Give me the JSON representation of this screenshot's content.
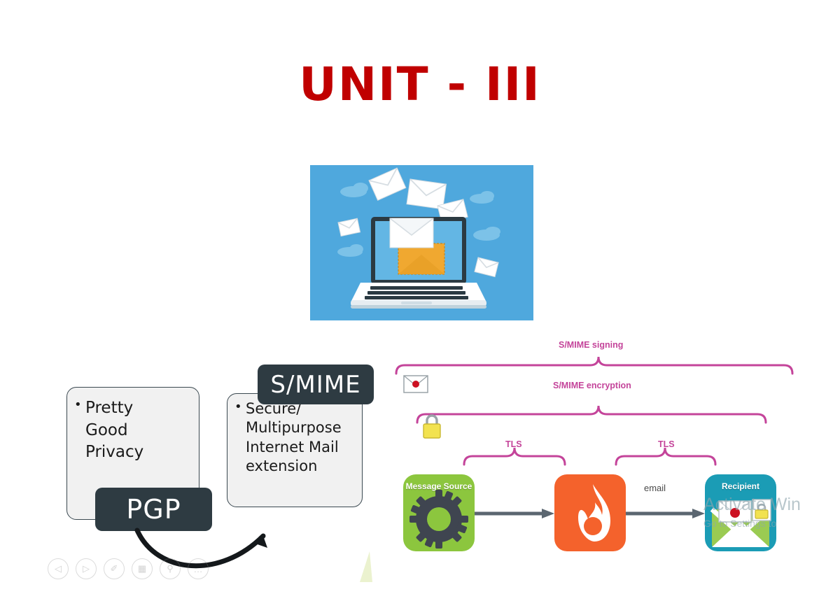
{
  "slide": {
    "title": "UNIT - III",
    "title_color": "#C00000",
    "background": "#FFFFFF"
  },
  "hero_image": {
    "name": "email-laptop-illustration",
    "alt": "Laptop with envelopes flying out",
    "background_color": "#4FA8DD",
    "envelope_color": "#FFFFFF",
    "open_envelope_color": "#F0A830",
    "laptop_color": "#FFFFFF",
    "screen_color": "#2B3A42"
  },
  "comparison": {
    "pgp": {
      "tag": "PGP",
      "bullets": [
        "Pretty",
        "Good",
        "Privacy"
      ],
      "bullet_text": "Pretty Good Privacy"
    },
    "smime": {
      "tag": "S/MIME",
      "bullets": [
        "Secure/",
        "Multipurpose",
        "Internet Mail",
        "extension"
      ],
      "bullet_text": "Secure/ Multipurpose Internet Mail extension"
    },
    "tag_background": "#2E3B42",
    "card_background": "#F1F1F1"
  },
  "protocol_diagram": {
    "braces": [
      {
        "label": "S/MIME signing",
        "icon": "sealed-envelope-icon"
      },
      {
        "label": "S/MIME encryption",
        "icon": "padlock-icon"
      },
      {
        "label": "TLS"
      },
      {
        "label": "TLS"
      }
    ],
    "brace_color": "#C4449A",
    "labels": {
      "signing": "S/MIME signing",
      "encryption": "S/MIME encryption",
      "tls_left": "TLS",
      "tls_right": "TLS",
      "email_flow": "email"
    },
    "nodes": [
      {
        "label": "Message Source",
        "icon": "gear-icon",
        "color": "#8CC63E"
      },
      {
        "label": "",
        "icon": "flame-icon",
        "color": "#F4622C"
      },
      {
        "label": "Recipient",
        "icon": "envelope-icon",
        "color": "#1B9CB5"
      }
    ]
  },
  "presenter_toolbar": {
    "buttons": [
      {
        "name": "previous-slide-button",
        "glyph": "◁"
      },
      {
        "name": "next-slide-button",
        "glyph": "▷"
      },
      {
        "name": "pen-tool-button",
        "glyph": "✐"
      },
      {
        "name": "all-slides-button",
        "glyph": "▦"
      },
      {
        "name": "zoom-button",
        "glyph": "⚲"
      },
      {
        "name": "more-options-button",
        "glyph": "…"
      }
    ]
  },
  "watermark": {
    "title": "Activate Win",
    "subtitle": "Go to Settings to"
  }
}
